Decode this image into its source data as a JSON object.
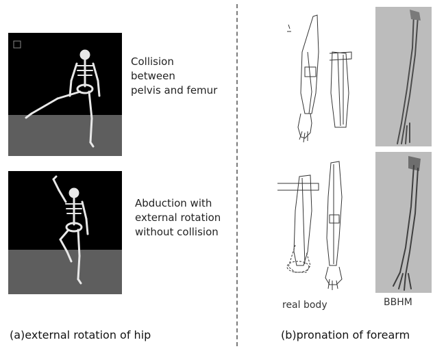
{
  "left_panel": {
    "caption_1": [
      "Collision",
      "between",
      "pelvis and femur"
    ],
    "caption_2": [
      "Abduction with",
      "external rotation",
      "without collision"
    ],
    "title": "(a)external rotation of hip"
  },
  "right_panel": {
    "label_real": "real body",
    "label_bbhm": "BBHM",
    "title": "(b)pronation of forearm"
  }
}
